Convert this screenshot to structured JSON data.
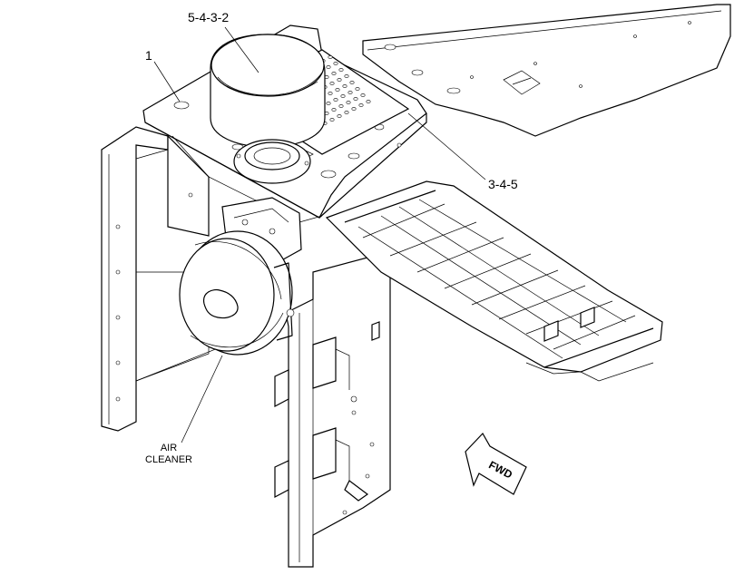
{
  "callouts": {
    "c1": "5-4-3-2",
    "c2": "1",
    "c3": "3-4-5"
  },
  "air_cleaner_label": "AIR\nCLEANER",
  "direction_arrow": "FWD"
}
